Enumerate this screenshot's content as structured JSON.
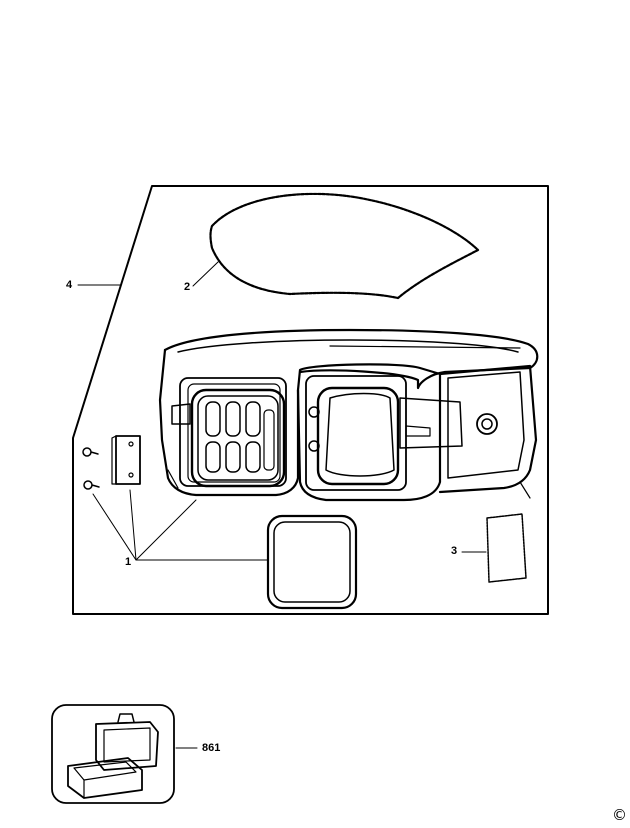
{
  "callouts": {
    "part_1": "1",
    "part_2": "2",
    "part_3": "3",
    "part_4": "4",
    "kit_861": "861"
  },
  "copyright_symbol": "©",
  "icons": [
    "radio-housing-illustration",
    "battery-compartment-illustration",
    "battery-door-seal-illustration",
    "carry-case-illustration"
  ],
  "colors": {
    "line": "#000000",
    "background": "#ffffff"
  }
}
